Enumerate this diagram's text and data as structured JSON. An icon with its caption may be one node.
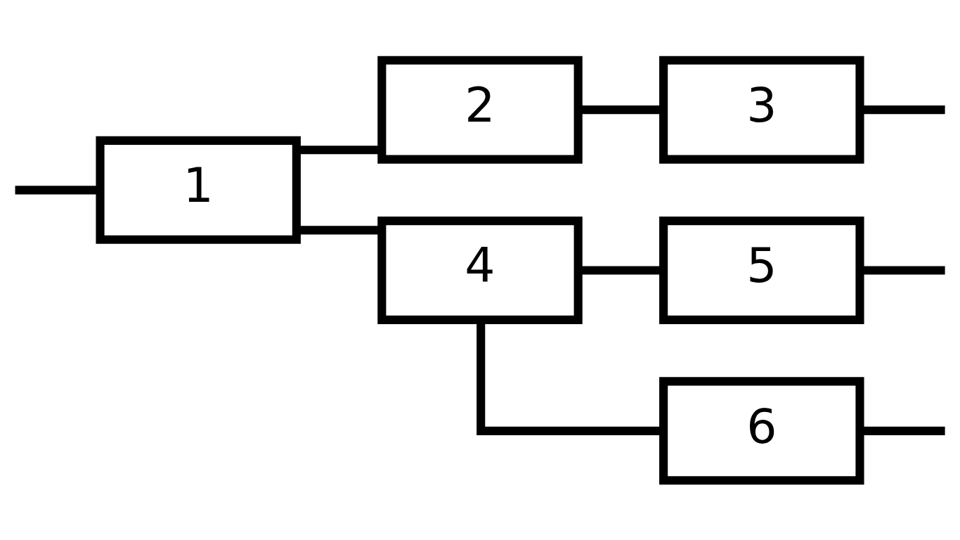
{
  "diagram": {
    "nodes": [
      {
        "text": [
          "1"
        ]
      },
      {
        "text": [
          "2"
        ]
      },
      {
        "text": [
          "3"
        ]
      },
      {
        "text": [
          "4"
        ]
      },
      {
        "text": [
          "5"
        ]
      },
      {
        "text": [
          "6"
        ]
      }
    ],
    "edges": [
      {
        "from": null,
        "to": 0,
        "arrow": "none"
      },
      {
        "from": 0,
        "to": 1,
        "arrow": "none"
      },
      {
        "from": 0,
        "to": 3,
        "arrow": "none"
      },
      {
        "from": 1,
        "to": 2,
        "arrow": "none"
      },
      {
        "from": 3,
        "to": 4,
        "arrow": "none"
      },
      {
        "from": 3,
        "to": 5,
        "arrow": "none"
      },
      {
        "from": 2,
        "to": null,
        "arrow": "none"
      },
      {
        "from": 4,
        "to": null,
        "arrow": "none"
      },
      {
        "from": 5,
        "to": null,
        "arrow": "none"
      }
    ]
  }
}
